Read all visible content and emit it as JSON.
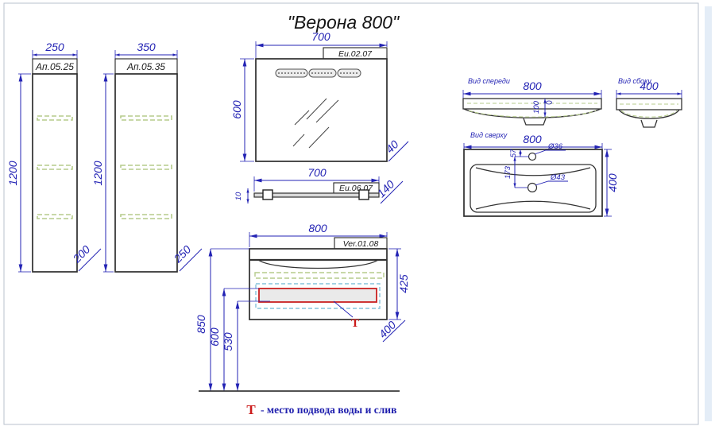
{
  "title": "\"Верона 800\"",
  "legend": {
    "symbol": "Т",
    "text": "- место подвода воды и слив"
  },
  "cabinet_250": {
    "code": "Ап.05.25",
    "width": "250",
    "height": "1200",
    "depth": "200"
  },
  "cabinet_350": {
    "code": "Ап.05.35",
    "width": "350",
    "height": "1200",
    "depth": "250"
  },
  "mirror": {
    "code": "Eu.02.07",
    "width": "700",
    "height": "600",
    "depth": "40"
  },
  "shelf": {
    "code": "Eu.06.07",
    "width": "700",
    "thickness": "10",
    "depth": "140"
  },
  "vanity": {
    "code": "Ver.01.08",
    "width": "800",
    "height": "425",
    "depth": "400",
    "top_height": "850",
    "supply_height": "600",
    "drain_height": "530"
  },
  "washbasin": {
    "front_label": "Вид спереди",
    "side_label": "Вид сбоку",
    "top_label": "Вид сверху",
    "front_width": "800",
    "front_height": "100",
    "side_width": "400",
    "top_width": "800",
    "top_depth": "400",
    "faucet_hole_d": "Ø36",
    "drain_hole_d": "Ø43",
    "faucet_offset": "57",
    "hole_spacing": "173"
  },
  "colors": {
    "dimension_blue": "#2323b4",
    "outline_dark": "#333333",
    "shelf_green": "#b5cb8b",
    "hidden_blue": "#86c3dc",
    "marker_red": "#cb1b1b",
    "fill_gray": "#eaeaea"
  }
}
